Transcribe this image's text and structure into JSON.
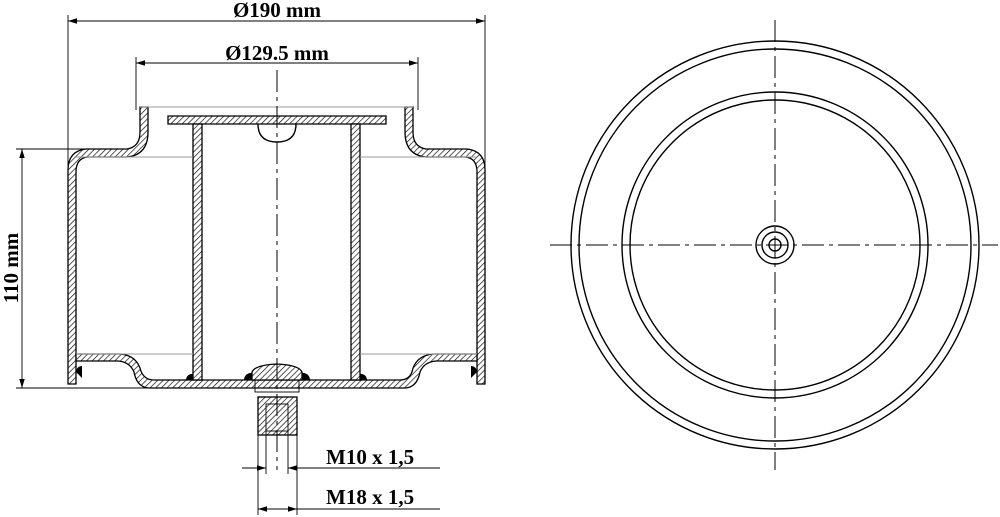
{
  "dimensions": {
    "outer_diameter": "Ø190 mm",
    "top_plate_diameter": "Ø129.5 mm",
    "height": "110 mm",
    "thread_inner": "M10 x 1,5",
    "thread_outer": "M18 x 1,5"
  },
  "colors": {
    "line": "#000000",
    "reference_line": "#9a9a9a",
    "background": "#ffffff"
  }
}
